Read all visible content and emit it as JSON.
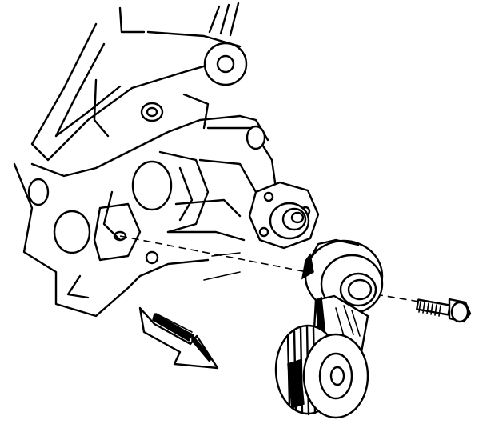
{
  "diagram": {
    "label_text": "",
    "components": [
      {
        "name": "engine-block-bracket",
        "icon": "engine-bracket-icon"
      },
      {
        "name": "water-pump-mount",
        "icon": "pump-mount-icon"
      },
      {
        "name": "belt-tensioner-assembly",
        "icon": "tensioner-icon"
      },
      {
        "name": "tensioner-pulley",
        "icon": "pulley-icon"
      },
      {
        "name": "grooved-drive-pulley",
        "icon": "grooved-pulley-icon"
      },
      {
        "name": "mounting-bolt",
        "icon": "bolt-icon"
      },
      {
        "name": "direction-arrow",
        "icon": "arrow-icon"
      }
    ],
    "colors": {
      "ink": "#000000",
      "background": "#ffffff"
    }
  }
}
